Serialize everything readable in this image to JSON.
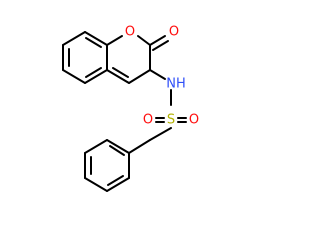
{
  "molecule": {
    "atoms": [
      {
        "id": "o_ring",
        "symbol": "O",
        "color": "#ff0d0d"
      },
      {
        "id": "o_carbonyl",
        "symbol": "O",
        "color": "#ff0d0d"
      },
      {
        "id": "n_amide",
        "symbol": "NH",
        "color": "#3050f8"
      },
      {
        "id": "s_sulfonyl",
        "symbol": "S",
        "color": "#b2b200"
      },
      {
        "id": "o_sulfonyl_left",
        "symbol": "O",
        "color": "#ff0d0d"
      },
      {
        "id": "o_sulfonyl_right",
        "symbol": "O",
        "color": "#ff0d0d"
      }
    ],
    "bond_color": "#000000"
  }
}
